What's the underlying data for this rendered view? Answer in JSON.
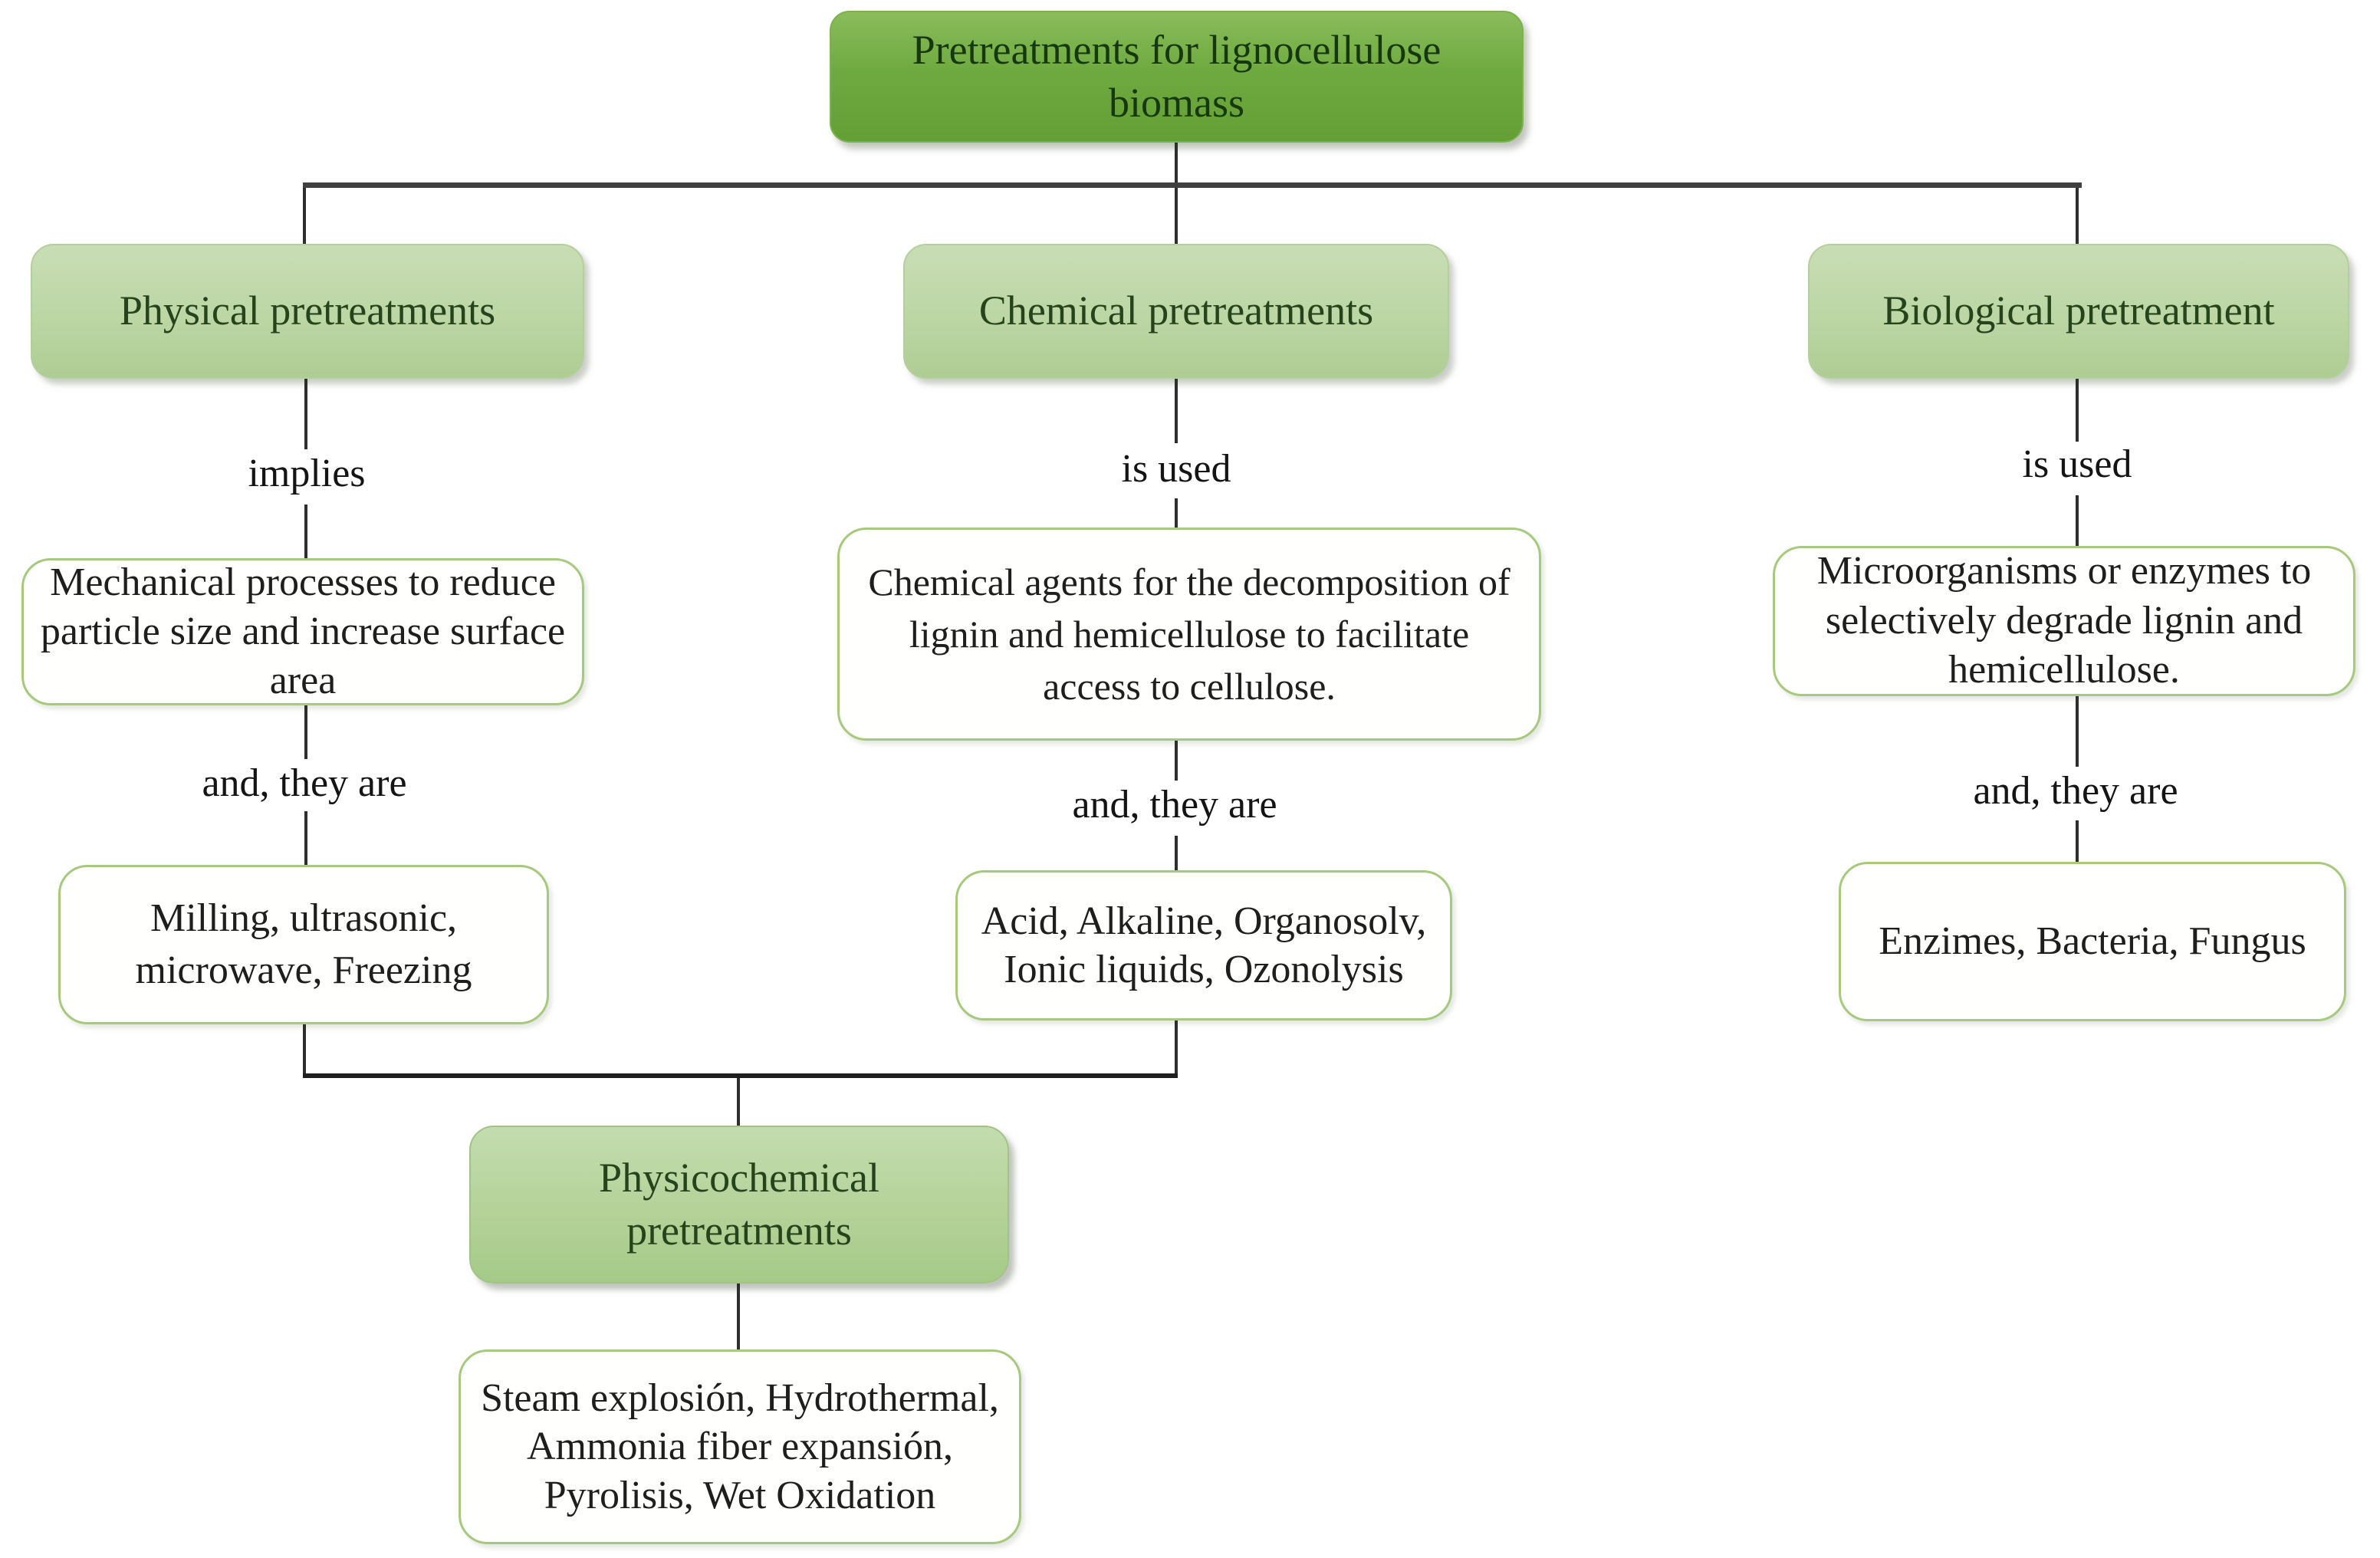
{
  "diagram": {
    "root": {
      "label": "Pretreatments for lignocellulose biomass"
    },
    "columns": [
      {
        "header": "Physical pretreatments",
        "edge1": "implies",
        "description": "Mechanical processes to reduce particle size and increase surface area",
        "edge2": "and, they are",
        "methods": "Milling, ultrasonic, microwave, Freezing"
      },
      {
        "header": "Chemical pretreatments",
        "edge1": "is used",
        "description": "Chemical agents for the decomposition of lignin and hemicellulose to facilitate access to cellulose.",
        "edge2": "and, they are",
        "methods": "Acid, Alkaline, Organosolv, Ionic liquids, Ozonolysis"
      },
      {
        "header": "Biological pretreatment",
        "edge1": "is used",
        "description": "Microorganisms or enzymes to selectively degrade lignin and hemicellulose.",
        "edge2": "and, they are",
        "methods": "Enzimes, Bacteria, Fungus"
      }
    ],
    "merged": {
      "header": "Physicochemical pretreatments",
      "methods": "Steam explosión, Hydrothermal, Ammonia fiber expansión, Pyrolisis, Wet Oxidation"
    },
    "colors": {
      "root_green": "#6ba33c",
      "node_green": "#bcd5a4",
      "white_box_border": "#a6c97d",
      "dark_green_text": "#25441b",
      "connector": "#2e2e2e"
    }
  }
}
